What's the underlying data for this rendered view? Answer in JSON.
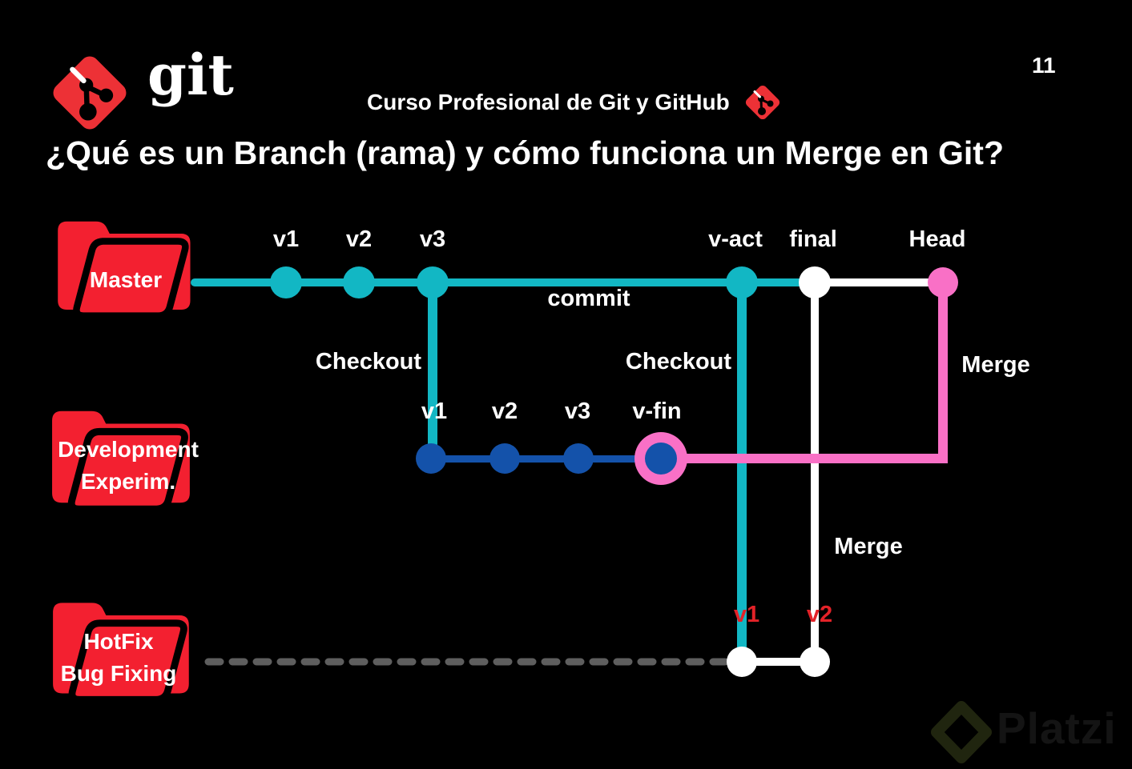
{
  "page_number": "11",
  "header": {
    "git_wordmark": "git",
    "course_title": "Curso Profesional de Git y GitHub",
    "slide_title": "¿Qué es un Branch (rama) y cómo funciona un Merge en Git?"
  },
  "diagram": {
    "master": {
      "folder_label": "Master",
      "commit_labels": [
        "v1",
        "v2",
        "v3",
        "v-act",
        "final",
        "Head"
      ]
    },
    "development": {
      "folder_label_line1": "Development",
      "folder_label_line2": "Experim.",
      "commit_labels": [
        "v1",
        "v2",
        "v3",
        "v-fin"
      ]
    },
    "hotfix": {
      "folder_label_line1": "HotFix",
      "folder_label_line2": "Bug Fixing",
      "commit_labels": [
        "v1",
        "v2"
      ]
    },
    "annotations": {
      "commit": "commit",
      "checkout_left": "Checkout",
      "checkout_right": "Checkout",
      "merge_head": "Merge",
      "merge_hotfix": "Merge"
    }
  },
  "watermark": {
    "brand": "Platzi"
  },
  "icons": {
    "git_logo": "git-diamond-branch",
    "git_logo_small": "git-diamond-branch-small",
    "platzi_logo": "platzi-diamond",
    "folder": "red-open-folder"
  },
  "colors": {
    "background": "#000000",
    "master_teal": "#12b7c4",
    "development_blue": "#1452aa",
    "merge_pink": "#f970c6",
    "folder_red": "#f32030",
    "git_logo_red": "#ed3136",
    "hotfix_label_red": "#e32228",
    "dashed_gray": "#5e5e5e",
    "line_white": "#ffffff",
    "text_white": "#ffffff"
  }
}
